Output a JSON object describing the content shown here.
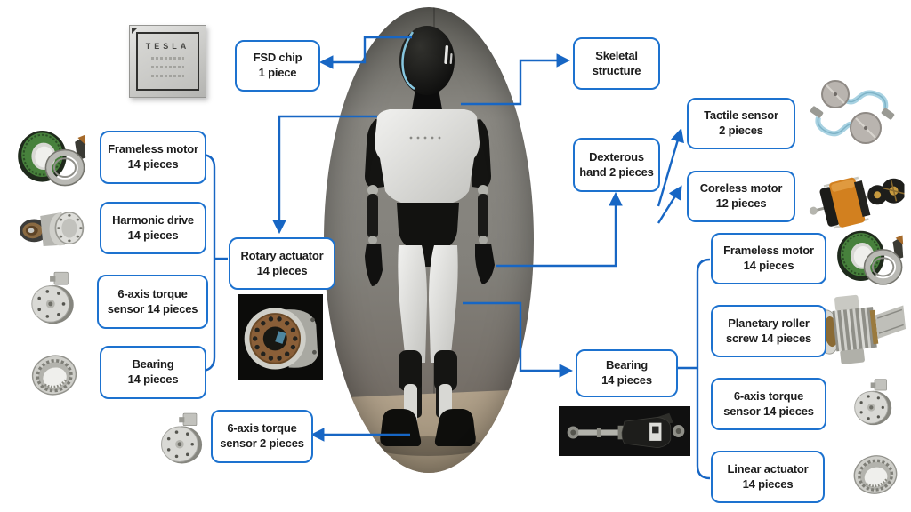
{
  "colors": {
    "connector_blue": "#1766c4",
    "box_border_blue": "#1d72cf",
    "visor_highlight_blue": "#8ed2ec"
  },
  "chip": {
    "brand": "TESLA"
  },
  "boxes": {
    "fsd_chip": "FSD chip\n1 piece",
    "frameless_motor_left": "Frameless motor\n14 pieces",
    "harmonic_drive": "Harmonic drive\n14 pieces",
    "six_axis_torque_14_left": "6-axis torque\nsensor 14 pieces",
    "bearing_left": "Bearing\n14 pieces",
    "rotary_actuator": "Rotary actuator\n14 pieces",
    "six_axis_torque_2": "6-axis torque\nsensor 2 pieces",
    "skeletal_structure": "Skeletal\nstructure",
    "dexterous_hand": "Dexterous\nhand 2 pieces",
    "tactile_sensor": "Tactile sensor\n2 pieces",
    "coreless_motor": "Coreless motor\n12 pieces",
    "bearing_right": "Bearing\n14 pieces",
    "frameless_motor_right": "Frameless motor\n14 pieces",
    "planetary_roller_screw": "Planetary roller\nscrew 14 pieces",
    "six_axis_torque_14_right": "6-axis torque\nsensor 14 pieces",
    "linear_actuator": "Linear actuator\n14 pieces"
  },
  "part_images": [
    "tesla-fsd-chip",
    "frameless-motor",
    "harmonic-drive",
    "six-axis-torque-sensor",
    "bearing",
    "rotary-actuator",
    "linear-actuator",
    "tactile-sensor",
    "coreless-motor",
    "planetary-roller-screw",
    "humanoid-robot"
  ]
}
